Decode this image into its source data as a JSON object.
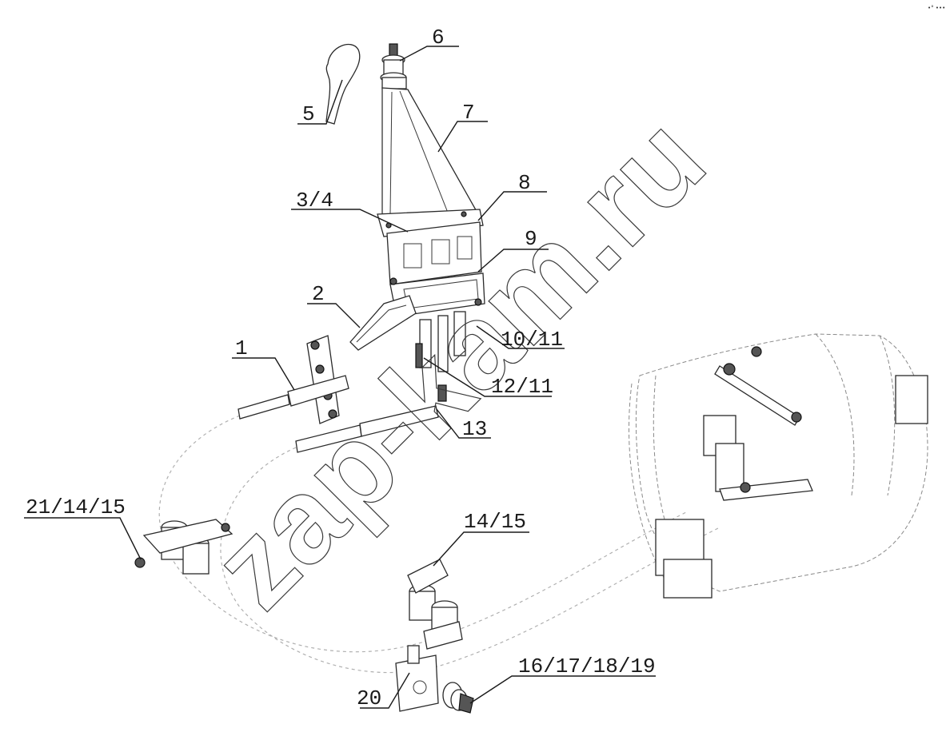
{
  "watermark": "zap-kam.ru",
  "corner_mark": "•° •••",
  "callouts": [
    {
      "id": "6",
      "text": "6"
    },
    {
      "id": "5",
      "text": "5"
    },
    {
      "id": "7",
      "text": "7"
    },
    {
      "id": "8",
      "text": "8"
    },
    {
      "id": "3-4",
      "text": "3/4"
    },
    {
      "id": "9",
      "text": "9"
    },
    {
      "id": "2",
      "text": "2"
    },
    {
      "id": "1",
      "text": "1"
    },
    {
      "id": "10-11",
      "text": "10/11"
    },
    {
      "id": "12-11",
      "text": "12/11"
    },
    {
      "id": "13",
      "text": "13"
    },
    {
      "id": "21-14-15",
      "text": "21/14/15"
    },
    {
      "id": "14-15",
      "text": "14/15"
    },
    {
      "id": "16-17-18-19",
      "text": "16/17/18/19"
    },
    {
      "id": "20",
      "text": "20"
    }
  ]
}
